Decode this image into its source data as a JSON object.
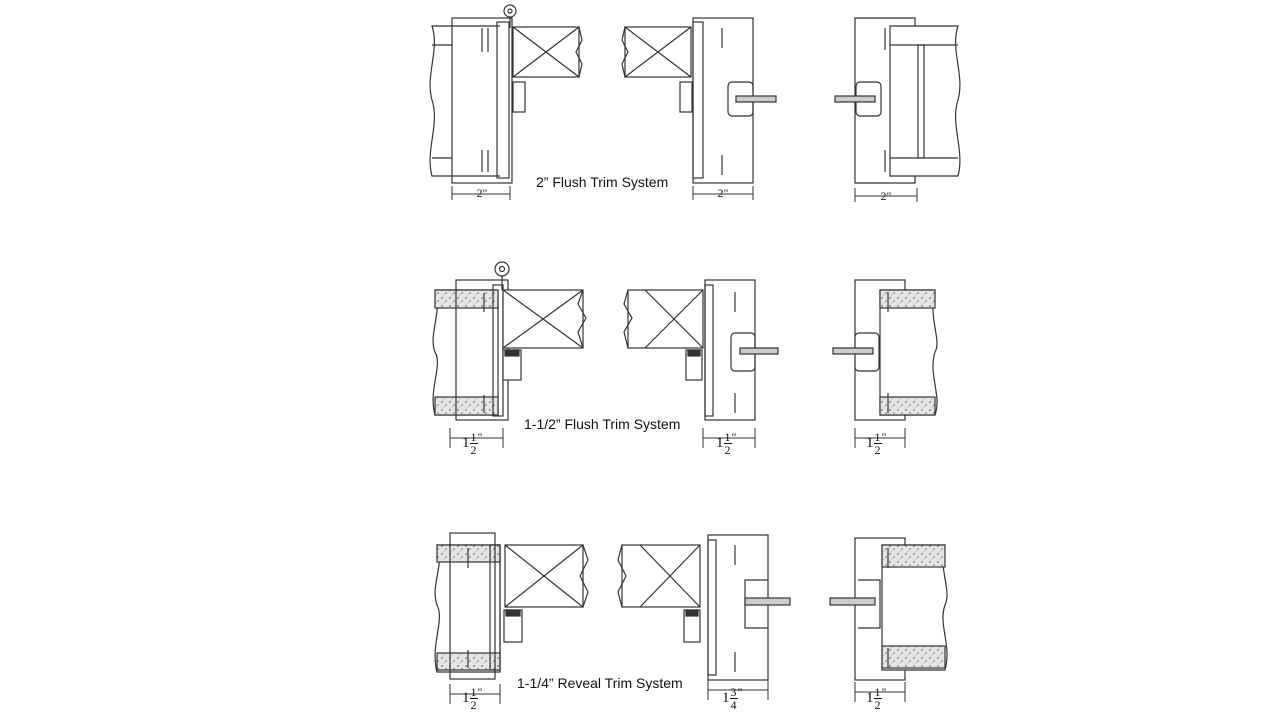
{
  "captions": {
    "row1": "2” Flush Trim System",
    "row2": "1-1/2” Flush Trim System",
    "row3": "1-1/4” Reveal Trim System"
  },
  "dims": {
    "r1": [
      "2\"",
      "2\"",
      "2\""
    ],
    "r2": [
      {
        "whole": "1",
        "num": "1",
        "den": "2",
        "unit": "\""
      },
      {
        "whole": "1",
        "num": "1",
        "den": "2",
        "unit": "\""
      },
      {
        "whole": "1",
        "num": "1",
        "den": "2",
        "unit": "\""
      }
    ],
    "r3": [
      {
        "whole": "1",
        "num": "1",
        "den": "2",
        "unit": "\""
      },
      {
        "whole": "1",
        "num": "3",
        "den": "4",
        "unit": "\""
      },
      {
        "whole": "1",
        "num": "1",
        "den": "2",
        "unit": "\""
      }
    ]
  },
  "colors": {
    "line": "#333333",
    "fill": "#ffffff",
    "insulation": "#d8d8d8"
  }
}
